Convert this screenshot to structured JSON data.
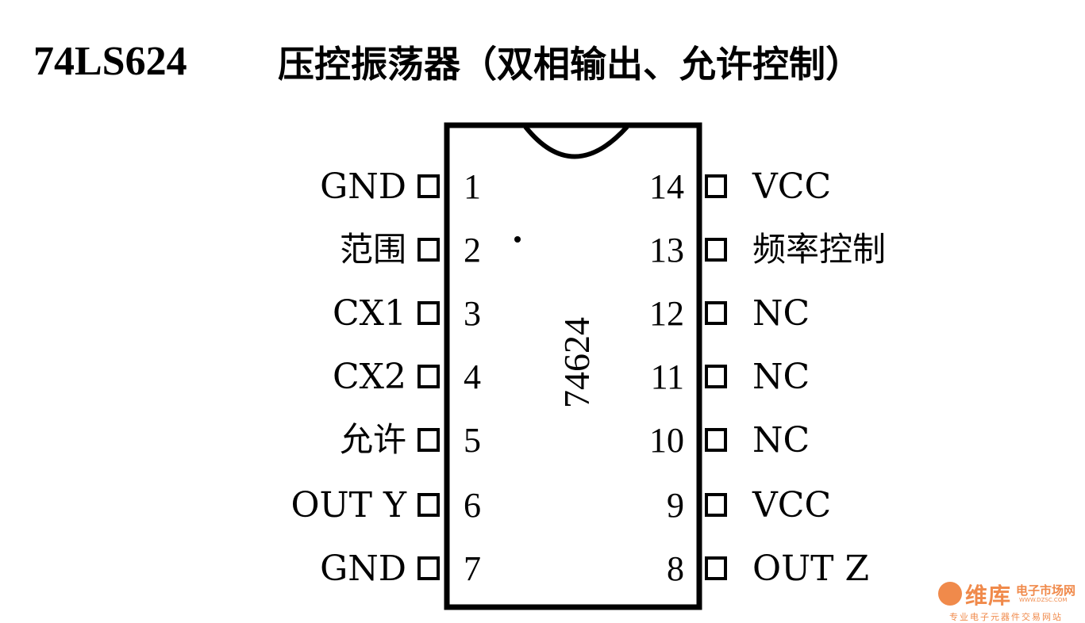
{
  "title": {
    "part_number": "74LS624",
    "description": "压控振荡器（双相输出、允许控制）"
  },
  "chip": {
    "label": "74624",
    "left_pins": [
      {
        "num": "1",
        "name": "GND"
      },
      {
        "num": "2",
        "name": "范围"
      },
      {
        "num": "3",
        "name": "CX1"
      },
      {
        "num": "4",
        "name": "CX2"
      },
      {
        "num": "5",
        "name": "允许"
      },
      {
        "num": "6",
        "name": "OUT  Y"
      },
      {
        "num": "7",
        "name": "GND"
      }
    ],
    "right_pins": [
      {
        "num": "14",
        "name": "VCC"
      },
      {
        "num": "13",
        "name": "频率控制"
      },
      {
        "num": "12",
        "name": "NC"
      },
      {
        "num": "11",
        "name": "NC"
      },
      {
        "num": "10",
        "name": "NC"
      },
      {
        "num": "9",
        "name": "VCC"
      },
      {
        "num": "8",
        "name": "OUT  Z"
      }
    ]
  },
  "watermark": {
    "main": "维库",
    "sub": "电子市场网",
    "url": "WWW.DZSC.COM",
    "slogan": "专业电子元器件交易网站",
    "color": "#f08a4b"
  }
}
